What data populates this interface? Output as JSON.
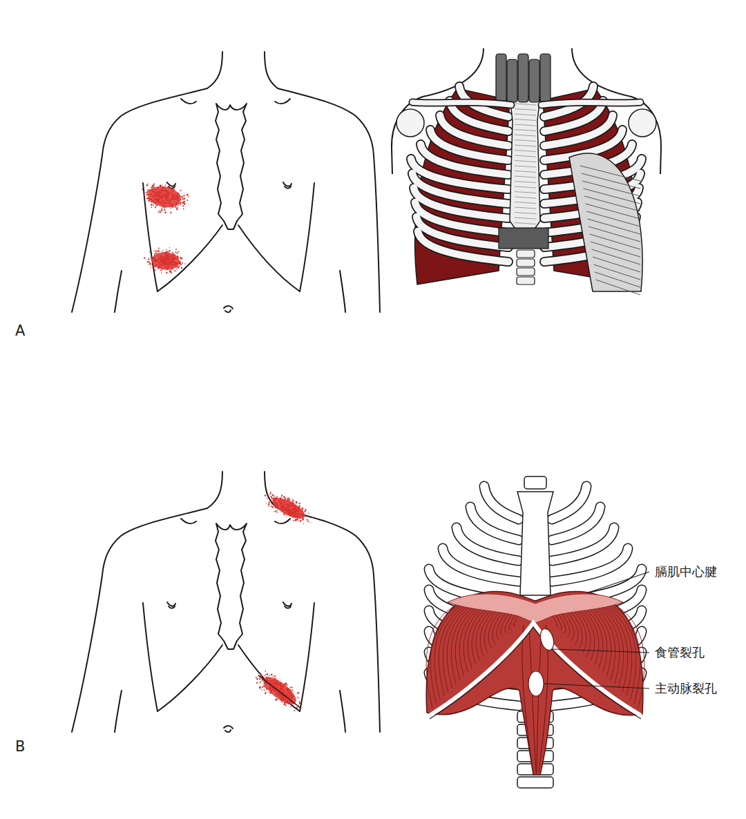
{
  "diagram": {
    "labels": [
      "A",
      "膈肌中心腱",
      "食管裂孔",
      "主动脉裂孔",
      "B"
    ]
  }
}
